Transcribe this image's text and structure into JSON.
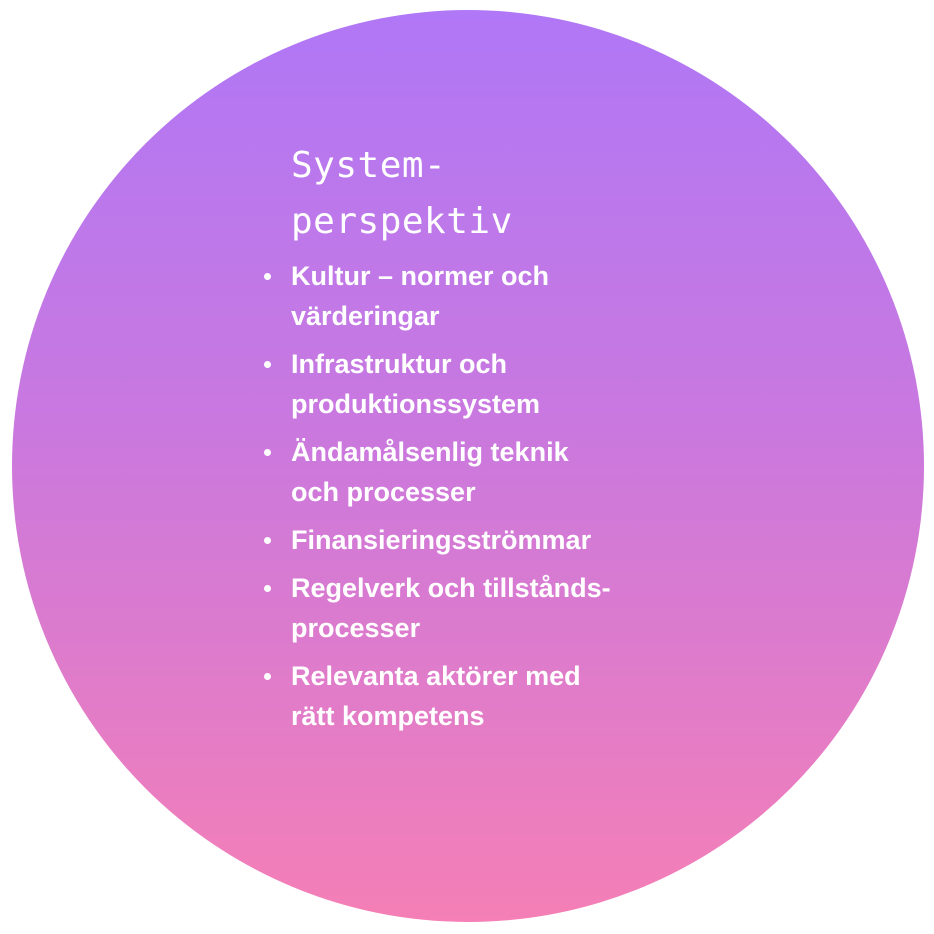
{
  "title": {
    "lines": [
      "System-",
      "perspektiv"
    ]
  },
  "bullets": [
    {
      "lines": [
        "Kultur – normer och",
        "värderingar"
      ]
    },
    {
      "lines": [
        "Infrastruktur och",
        "produktionssystem"
      ]
    },
    {
      "lines": [
        "Ändamålsenlig teknik",
        "och processer"
      ]
    },
    {
      "lines": [
        "Finansieringsströmmar"
      ]
    },
    {
      "lines": [
        "Regelverk och tillstånds-",
        "processer"
      ]
    },
    {
      "lines": [
        "Relevanta aktörer med",
        "rätt kompetens"
      ]
    }
  ],
  "colors": {
    "gradient_top": "#b077f6",
    "gradient_mid": "#c978df",
    "gradient_bottom": "#f57fb6",
    "text": "#ffffff"
  }
}
